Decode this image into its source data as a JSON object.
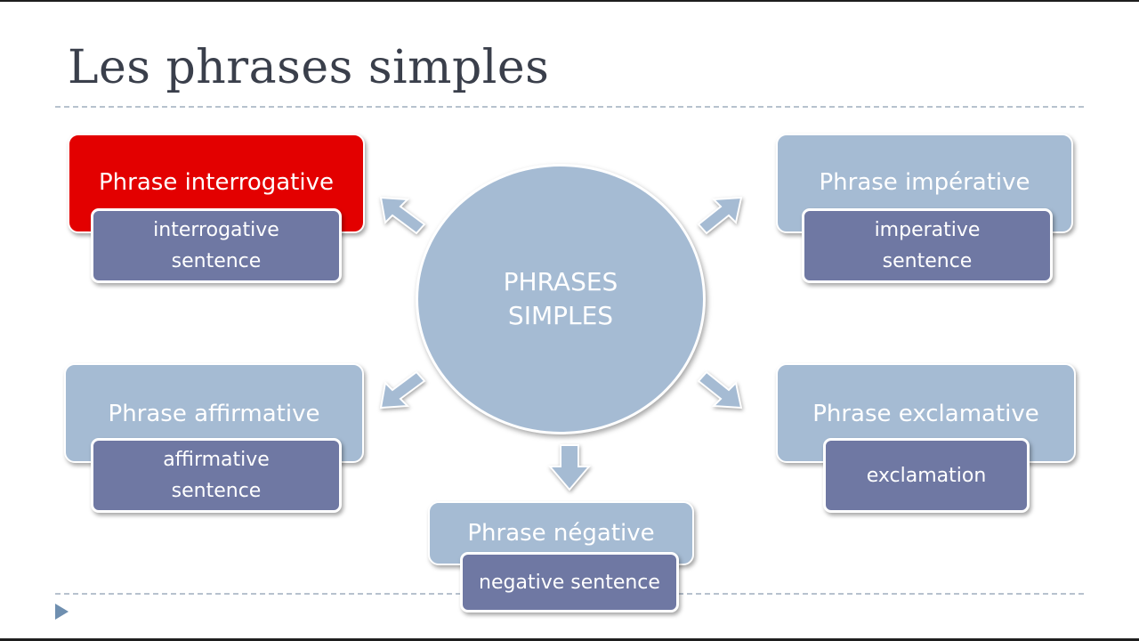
{
  "title": "Les phrases simples",
  "center": {
    "line1": "PHRASES",
    "line2": "SIMPLES"
  },
  "nodes": {
    "interrogative": {
      "label": "Phrase interrogative",
      "translation_line1": "interrogative",
      "translation_line2": "sentence"
    },
    "imperative": {
      "label": "Phrase impérative",
      "translation_line1": "imperative",
      "translation_line2": "sentence"
    },
    "affirmative": {
      "label": "Phrase affirmative",
      "translation_line1": "affirmative",
      "translation_line2": "sentence"
    },
    "exclamative": {
      "label": "Phrase exclamative",
      "translation_line1": "exclamation"
    },
    "negative": {
      "label": "Phrase négative",
      "translation_line1": "negative sentence"
    }
  },
  "colors": {
    "box": "#a5bbd3",
    "highlight": "#e30000",
    "translation": "#6f78a3",
    "title": "#3a3f4b"
  }
}
